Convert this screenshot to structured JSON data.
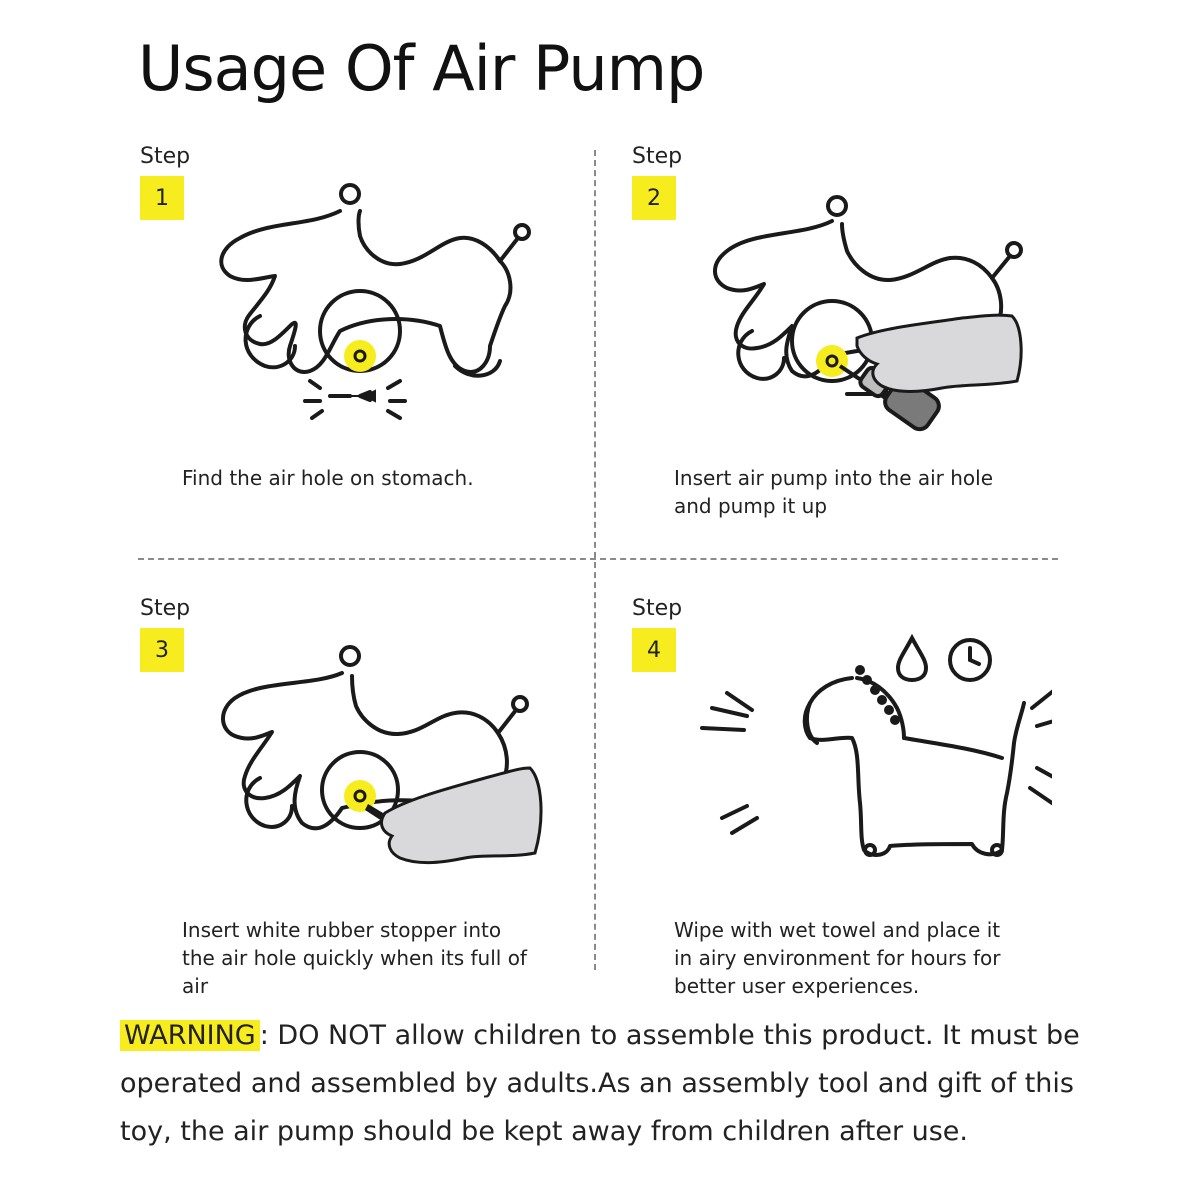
{
  "title": "Usage Of Air Pump",
  "step_word": "Step",
  "steps": [
    {
      "number": "1",
      "caption": "Find the air hole on stomach."
    },
    {
      "number": "2",
      "caption": "Insert air pump into the air hole\nand pump it up"
    },
    {
      "number": "3",
      "caption": "Insert white rubber stopper into\nthe air hole quickly when its full of\nair"
    },
    {
      "number": "4",
      "caption": "Wipe with wet towel and place it\nin airy environment for hours for\nbetter user experiences."
    }
  ],
  "warning": {
    "label": "WARNING",
    "text": ": DO NOT allow children to assemble this product. It must be operated and assembled by adults.As an assembly tool and gift of this toy, the air pump should be kept away from children after use."
  },
  "colors": {
    "accent": "#f7ec1e",
    "line": "#1a1a1a",
    "hand": "#d9d9db"
  },
  "icons": [
    "toy-animal-icon",
    "air-hole-icon",
    "stopper-icon",
    "hand-icon",
    "air-pump-icon",
    "water-drop-icon",
    "clock-icon"
  ]
}
